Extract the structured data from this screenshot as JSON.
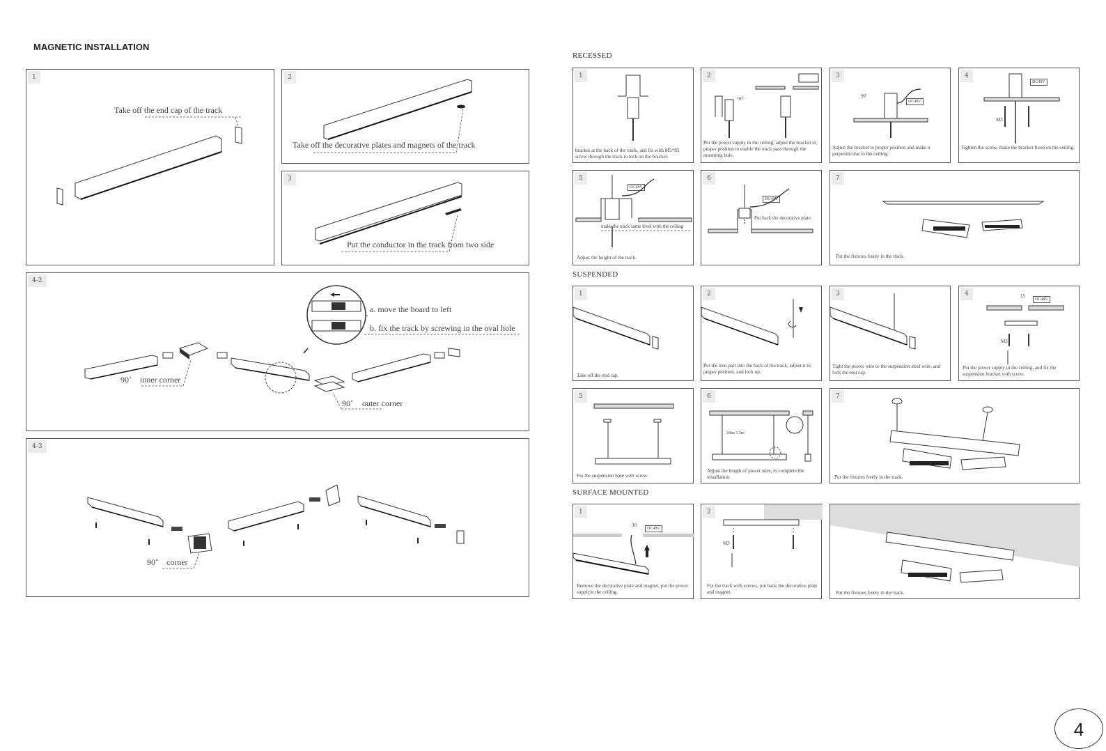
{
  "title": "MAGNETIC INSTALLATION",
  "page_number": "4",
  "magnetic": {
    "p1": {
      "num": "1",
      "label": "Take off  the end cap of  the track"
    },
    "p2": {
      "num": "2",
      "label": "Take off  the decorative plates and magnets of  the track"
    },
    "p3": {
      "num": "3",
      "label": "Put the conductor in the track from two side"
    },
    "p42": {
      "num": "4-2",
      "note_a": "a. move the board to left",
      "note_b": "b. fix the track by screwing in the oval hole",
      "inner_deg": "90˚",
      "inner": "inner corner",
      "outer_deg": "90˚",
      "outer": "outer corner"
    },
    "p43": {
      "num": "4-3",
      "corner_deg": "90˚",
      "corner": "corner"
    }
  },
  "recessed": {
    "title": "RECESSED",
    "steps": [
      {
        "num": "1",
        "caption": "bracket at the back of the track, and fix with M5*85 screw through the track to lock on the bracket."
      },
      {
        "num": "2",
        "caption": "Put the power supply in the ceiling, adjust the bracket to proper position to enable the track pass through the mounting hole.",
        "angle": "90˚"
      },
      {
        "num": "3",
        "caption": "Adjust the bracket to proper position and make it perpendicular to the ceiling.",
        "angle": "90˚",
        "tag": "DC48V"
      },
      {
        "num": "4",
        "caption": "Tighten the screw, make the bracket fixed on the ceiling.",
        "tag": "DC48V",
        "screw": "M3"
      },
      {
        "num": "5",
        "caption": "Adjust the height of the track.",
        "tag": "DC48V",
        "note": "make the track same level with the ceiling"
      },
      {
        "num": "6",
        "caption": "",
        "tag": "DC48V",
        "note": "Put back the decorative plate"
      },
      {
        "num": "7",
        "caption": "Put the fixtures freely in the track."
      }
    ]
  },
  "suspended": {
    "title": "SUSPENDED",
    "steps": [
      {
        "num": "1",
        "caption": "Take off the end cap."
      },
      {
        "num": "2",
        "caption": "Put the iron part into the back of the track, adjust it to proper position, and lock up."
      },
      {
        "num": "3",
        "caption": "Tight the power wire to the suspension steel wire, and lock the end cap."
      },
      {
        "num": "4",
        "caption": "Put the power supply in the ceiling, and fix the suspension bracket with screw.",
        "tag": "DC48V",
        "dim": "15",
        "screw": "M3"
      },
      {
        "num": "5",
        "caption": "Fix the suspension base with screw."
      },
      {
        "num": "6",
        "caption": "Adjust the length of power wire, to complete the installation.",
        "dim": "Max 1.5m"
      },
      {
        "num": "7",
        "caption": "Put the fixtures freely in the track."
      }
    ]
  },
  "surface": {
    "title": "SURFACE MOUNTED",
    "steps": [
      {
        "num": "1",
        "caption": "Remove the decorative plate and magnet, put the power supplyin the ceiling.",
        "tag": "DC48V",
        "dim": "30"
      },
      {
        "num": "2",
        "caption": "Fix the track with screws, put back the decorative plate and magnet.",
        "screw": "M3"
      },
      {
        "num": "3",
        "caption": "Put the fixtures freely in the track."
      }
    ]
  }
}
